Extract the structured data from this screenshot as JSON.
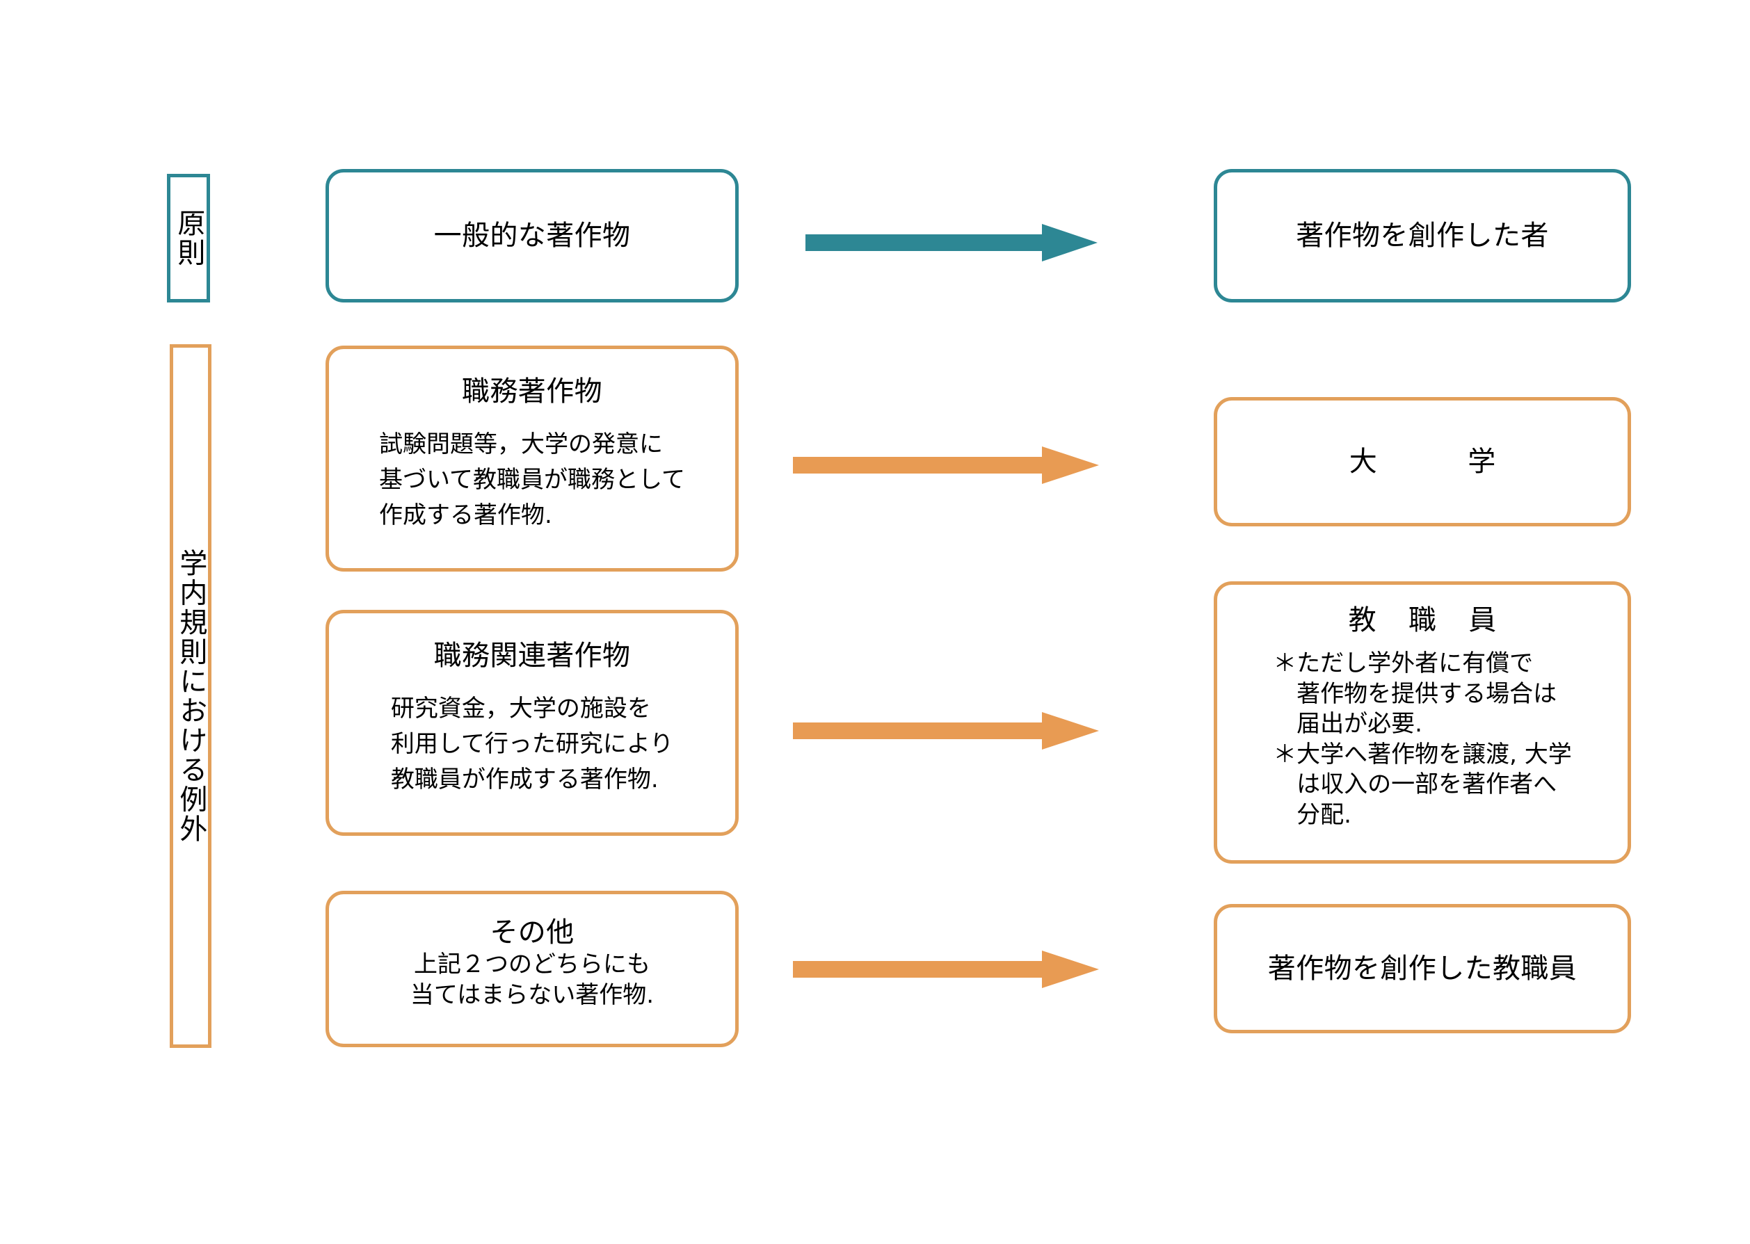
{
  "colors": {
    "teal": "#2d8794",
    "orange_border": "#e2a05b",
    "orange_arrow": "#e89b53",
    "text": "#000000",
    "background": "#ffffff"
  },
  "left_labels": [
    {
      "id": "principle",
      "text": "原則",
      "accent": "#2d8794"
    },
    {
      "id": "exception",
      "text": "学内規則における例外",
      "accent": "#e2a05b"
    }
  ],
  "rows": [
    {
      "id": "general-work",
      "accent": "#2d8794",
      "source": {
        "title": "一般的な著作物",
        "body": ""
      },
      "arrow": {
        "color": "#2d8794",
        "direction": "right"
      },
      "target": {
        "title": "著作物を創作した者",
        "body": ""
      }
    },
    {
      "id": "work-made-for-hire",
      "accent": "#e2a05b",
      "source": {
        "title": "職務著作物",
        "body": "試験問題等，大学の発意に\n基づいて教職員が職務として\n作成する著作物."
      },
      "arrow": {
        "color": "#e89b53",
        "direction": "right"
      },
      "target": {
        "title": "大　　学",
        "body": ""
      }
    },
    {
      "id": "work-related-to-duties",
      "accent": "#e2a05b",
      "source": {
        "title": "職務関連著作物",
        "body": "研究資金，大学の施設を\n利用して行った研究により\n教職員が作成する著作物."
      },
      "arrow": {
        "color": "#e89b53",
        "direction": "right"
      },
      "target": {
        "title": "教 職 員",
        "body": "＊ただし学外者に有償で\n　著作物を提供する場合は\n　届出が必要.\n＊大学へ著作物を譲渡, 大学\n　は収入の一部を著作者へ\n　分配."
      }
    },
    {
      "id": "other-works",
      "accent": "#e2a05b",
      "source": {
        "title": "その他",
        "body": "上記２つのどちらにも\n当てはまらない著作物."
      },
      "arrow": {
        "color": "#e89b53",
        "direction": "right"
      },
      "target": {
        "title": "著作物を創作した教職員",
        "body": ""
      }
    }
  ]
}
